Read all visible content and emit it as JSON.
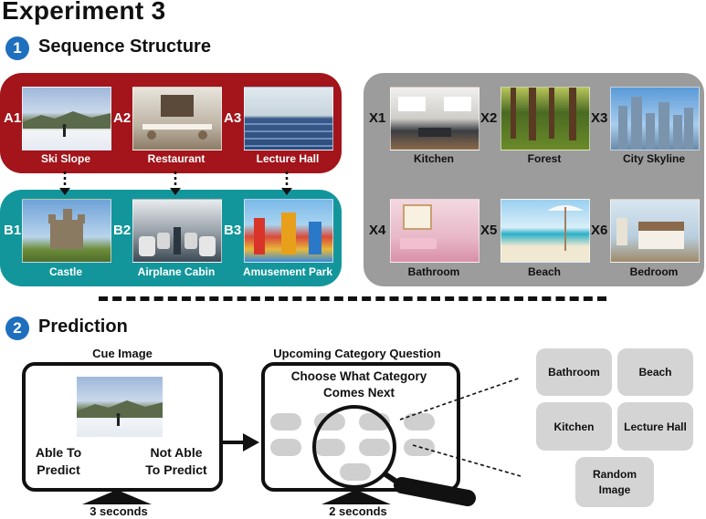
{
  "title": "Experiment 3",
  "section1": {
    "number": "1",
    "title": "Sequence Structure"
  },
  "section2": {
    "number": "2",
    "title": "Prediction"
  },
  "sequence_a": [
    {
      "code": "A1",
      "label": "Ski Slope"
    },
    {
      "code": "A2",
      "label": "Restaurant"
    },
    {
      "code": "A3",
      "label": "Lecture Hall"
    }
  ],
  "sequence_b": [
    {
      "code": "B1",
      "label": "Castle"
    },
    {
      "code": "B2",
      "label": "Airplane Cabin"
    },
    {
      "code": "B3",
      "label": "Amusement Park"
    }
  ],
  "sequence_x": [
    {
      "code": "X1",
      "label": "Kitchen"
    },
    {
      "code": "X2",
      "label": "Forest"
    },
    {
      "code": "X3",
      "label": "City Skyline"
    },
    {
      "code": "X4",
      "label": "Bathroom"
    },
    {
      "code": "X5",
      "label": "Beach"
    },
    {
      "code": "X6",
      "label": "Bedroom"
    }
  ],
  "cue": {
    "header": "Cue Image",
    "left_option": "Able To\nPredict",
    "right_option": "Not Able\nTo Predict",
    "duration": "3 seconds"
  },
  "question": {
    "header": "Upcoming Category Question",
    "prompt": "Choose What Category\nComes Next",
    "duration": "2 seconds"
  },
  "options": [
    "Bathroom",
    "Beach",
    "Kitchen",
    "Lecture Hall",
    "Random\nImage"
  ],
  "colors": {
    "red": "#a3141b",
    "teal": "#13969b",
    "grey": "#9c9c9c",
    "accent": "#1f6fbf"
  }
}
